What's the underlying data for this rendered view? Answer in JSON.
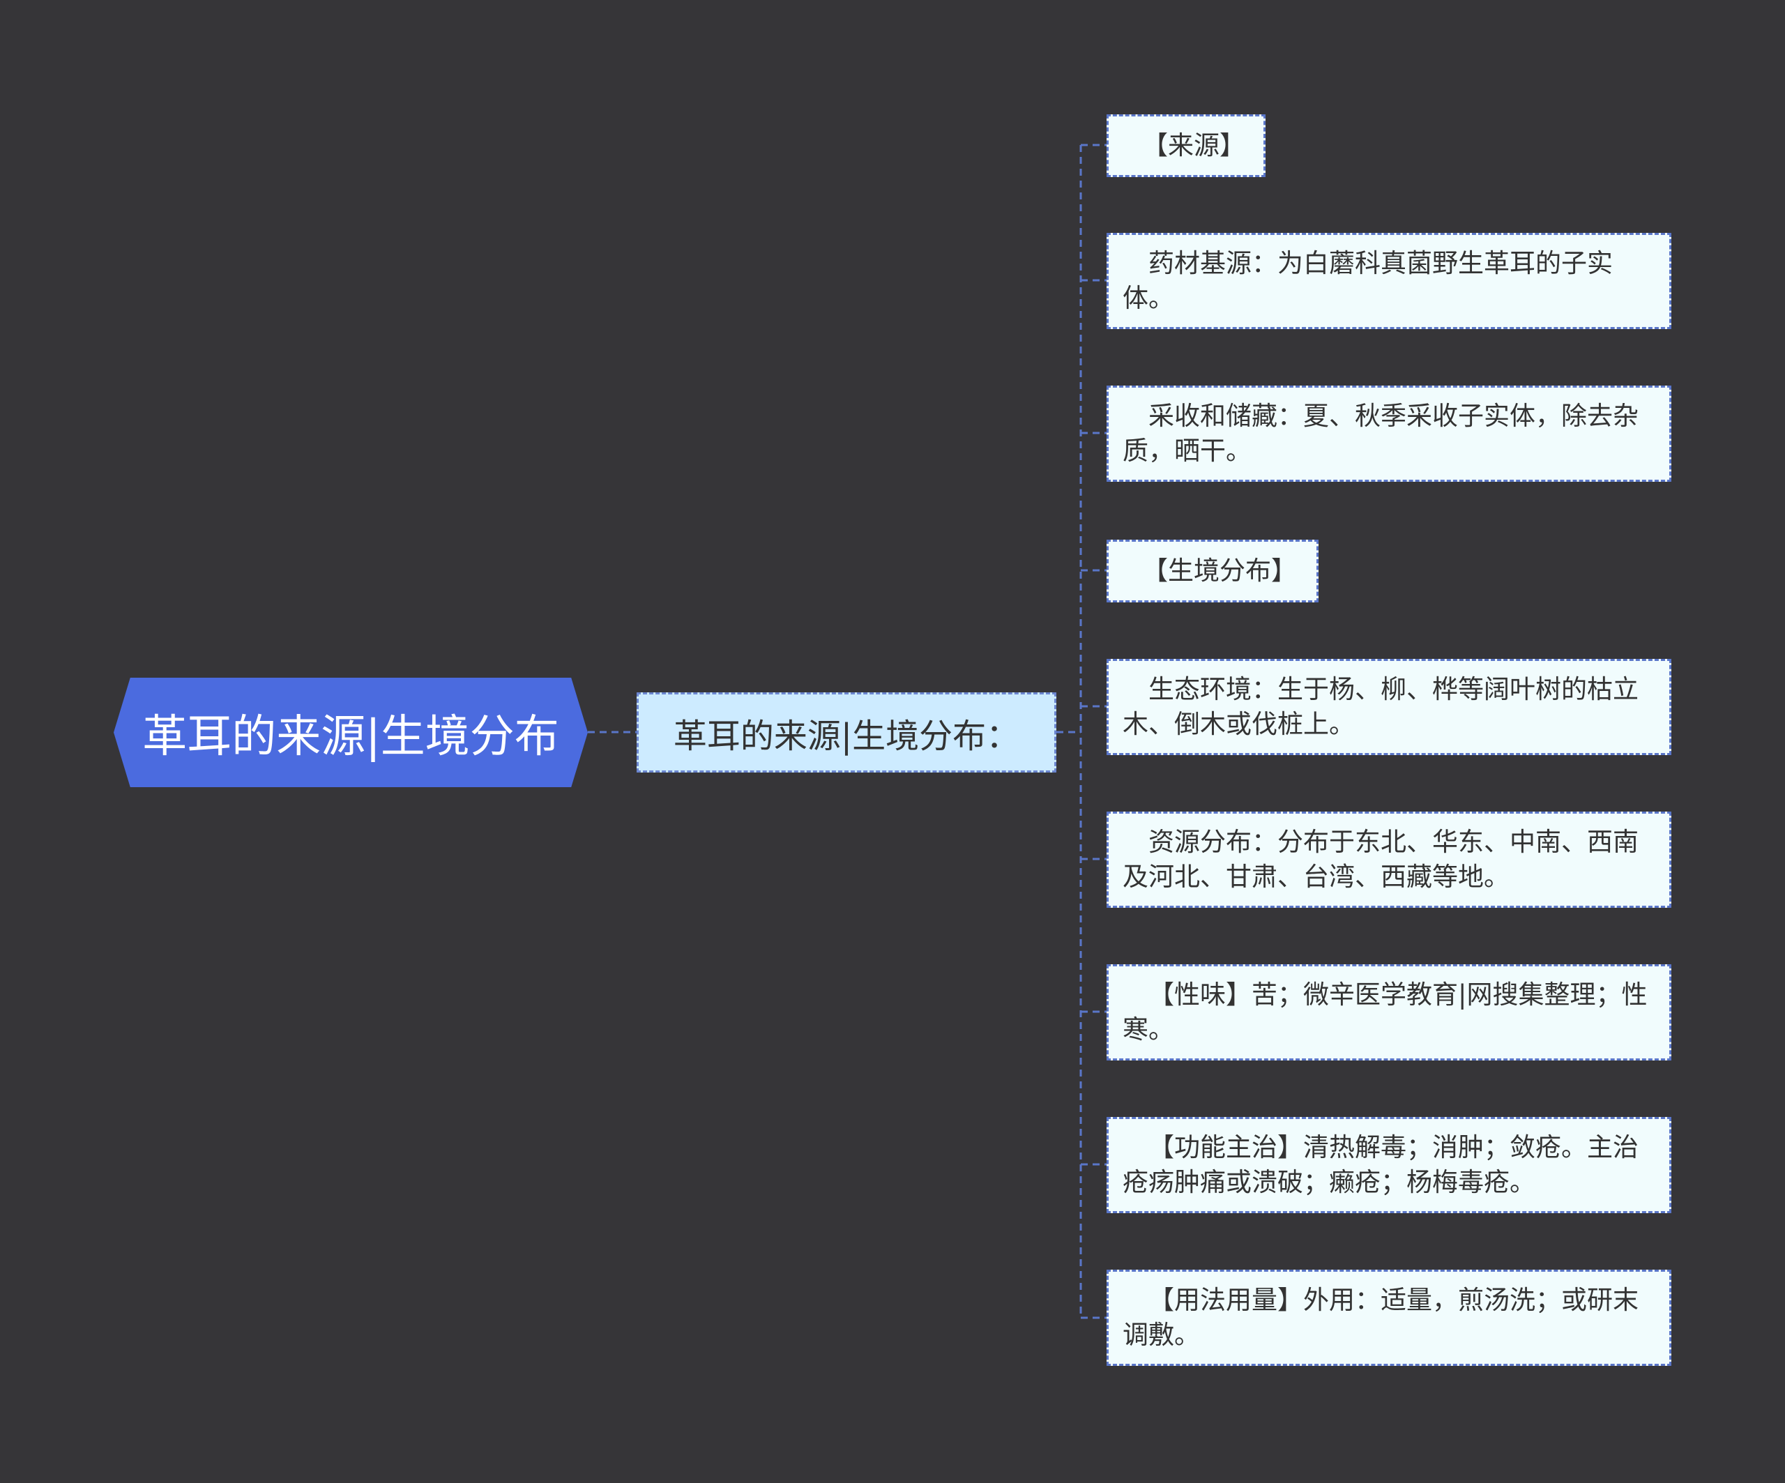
{
  "root": {
    "label": "革耳的来源|生境分布"
  },
  "branch": {
    "label": "革耳的来源|生境分布："
  },
  "leaves": [
    {
      "text": "【来源】"
    },
    {
      "text": "药材基源：为白蘑科真菌野生革耳的子实体。"
    },
    {
      "text": "采收和储藏：夏、秋季采收子实体，除去杂质，晒干。"
    },
    {
      "text": "【生境分布】"
    },
    {
      "text": "生态环境：生于杨、柳、桦等阔叶树的枯立木、倒木或伐桩上。"
    },
    {
      "text": "资源分布：分布于东北、华东、中南、西南及河北、甘肃、台湾、西藏等地。"
    },
    {
      "text": "【性味】苦；微辛医学教育|网搜集整理；性寒。"
    },
    {
      "text": "【功能主治】清热解毒；消肿；敛疮。主治疮疡肿痛或溃破；癞疮；杨梅毒疮。"
    },
    {
      "text": "【用法用量】外用：适量，煎汤洗；或研末调敷。"
    }
  ],
  "colors": {
    "background": "#363538",
    "root_fill": "#4b6bdf",
    "branch_fill": "#cdebff",
    "leaf_fill": "#f1fcfd",
    "connector": "#5a76c9"
  }
}
